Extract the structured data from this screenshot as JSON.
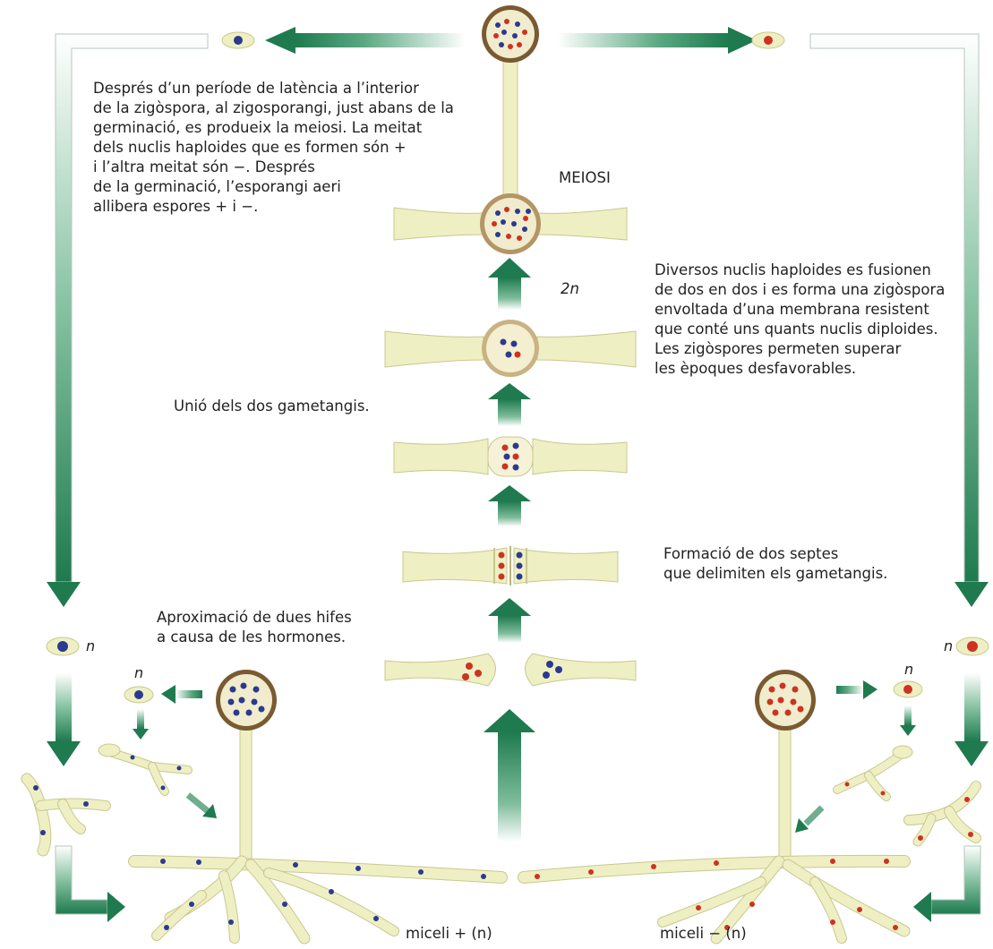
{
  "labels": {
    "meiosi_text": "Després d’un període de latència a l’interior\nde la zigòspora, al zigosporangi, just abans de la\ngerminació, es produeix la meiosi. La meitat\ndels nuclis haploides que es formen són +\ni l’altra meitat són −. Després\nde la germinació, l’esporangi aeri\nallibera espores + i −.",
    "meiosi": "MEIOSI",
    "diploid": "2n",
    "fusion_text": "Diversos nuclis haploides es fusionen\nde dos en dos i es forma una zigòspora\nenvoltada d’una membrana resistent\nque conté uns quants nuclis diploides.\nLes zigòspores permeten superar\nles èpoques desfavorables.",
    "union": "Unió dels dos gametangis.",
    "septes": "Formació de dos septes\nque delimiten els gametangis.",
    "approach": "Aproximació de dues hifes\na causa de les hormones.",
    "n": "n",
    "mycelium_plus": "miceli + (n)",
    "mycelium_minus": "miceli − (n)"
  },
  "colors": {
    "hypha": "#efefc4",
    "hypha_stroke": "#c9c88e",
    "arrow": "#1f7a4f",
    "plus_nucleus": "#2b3a8f",
    "minus_nucleus": "#cc3322",
    "sporangium": "#7a5a30"
  }
}
